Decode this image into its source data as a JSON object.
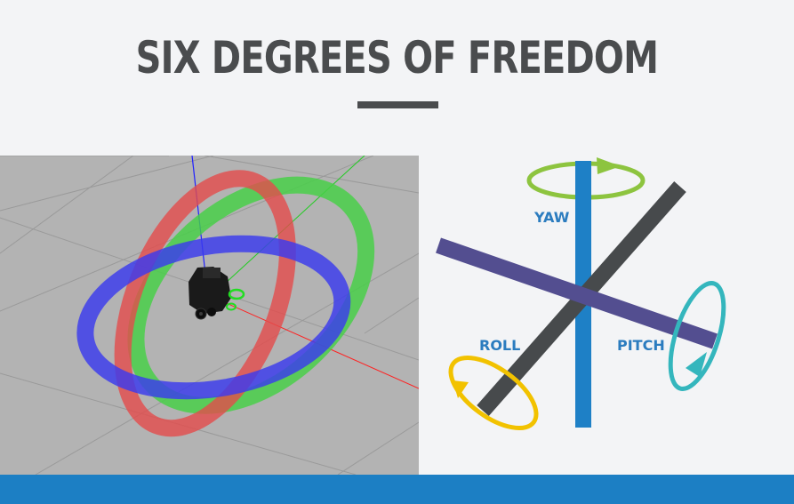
{
  "title": "SIX DEGREES OF FREEDOM",
  "axes": {
    "yaw": "YAW",
    "roll": "ROLL",
    "pitch": "PITCH"
  },
  "colors": {
    "title": "#4a4c4e",
    "axis_label": "#2b7cbf",
    "footer": "#1c7fc4",
    "ring_red": "#e34b4b",
    "ring_green": "#45d145",
    "ring_blue": "#3b3bee",
    "yaw_bar": "#1e80c6",
    "roll_bar": "#474a4c",
    "pitch_bar": "#534e90",
    "yaw_arrow": "#8dc43f",
    "roll_arrow": "#f2c200",
    "pitch_arrow": "#34b6bd"
  },
  "icons": {
    "robot": "robot-model-icon",
    "yaw_rotation": "rotation-arrow-icon",
    "roll_rotation": "rotation-arrow-icon",
    "pitch_rotation": "rotation-arrow-icon"
  }
}
